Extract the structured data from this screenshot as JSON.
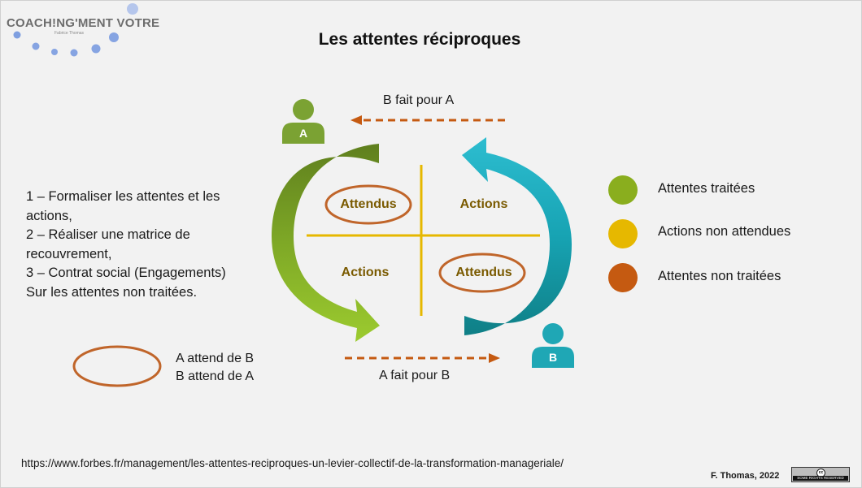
{
  "logo": {
    "brand": "COACH!NG'MENT VOTRE",
    "subtitle": "Fabrice Thomas"
  },
  "title": "Les attentes réciproques",
  "steps": [
    "1 – Formaliser les attentes et les",
    "actions,",
    "2 – Réaliser une matrice de",
    "recouvrement,",
    "3 – Contrat social (Engagements)",
    "Sur les attentes non traitées."
  ],
  "ellipse_legend": {
    "line1": "A attend de B",
    "line2": "B attend de A"
  },
  "persons": {
    "a": "A",
    "b": "B"
  },
  "arrows": {
    "top": "B fait pour A",
    "bottom": "A fait pour B"
  },
  "quadrants": {
    "top_left": "Attendus",
    "top_right": "Actions",
    "bottom_left": "Actions",
    "bottom_right": "Attendus"
  },
  "color_legend": [
    {
      "label": "Attentes traitées",
      "color": "#8aae1e"
    },
    {
      "label": "Actions non attendues",
      "color": "#e6b800"
    },
    {
      "label": "Attentes non traitées",
      "color": "#c55a11"
    }
  ],
  "colors": {
    "person_a": "#7ba233",
    "person_b": "#1fa7b5",
    "ellipse": "#c0652a",
    "dashed_arrow": "#c55a11",
    "cross": "#e6b800",
    "quadrant_text": "#7a5a00"
  },
  "source_url": "https://www.forbes.fr/management/les-attentes-reciproques-un-levier-collectif-de-la-transformation-manageriale/",
  "author": "F. Thomas, 2022",
  "license": {
    "symbol": "cc",
    "text": "SOME RIGHTS RESERVED"
  }
}
